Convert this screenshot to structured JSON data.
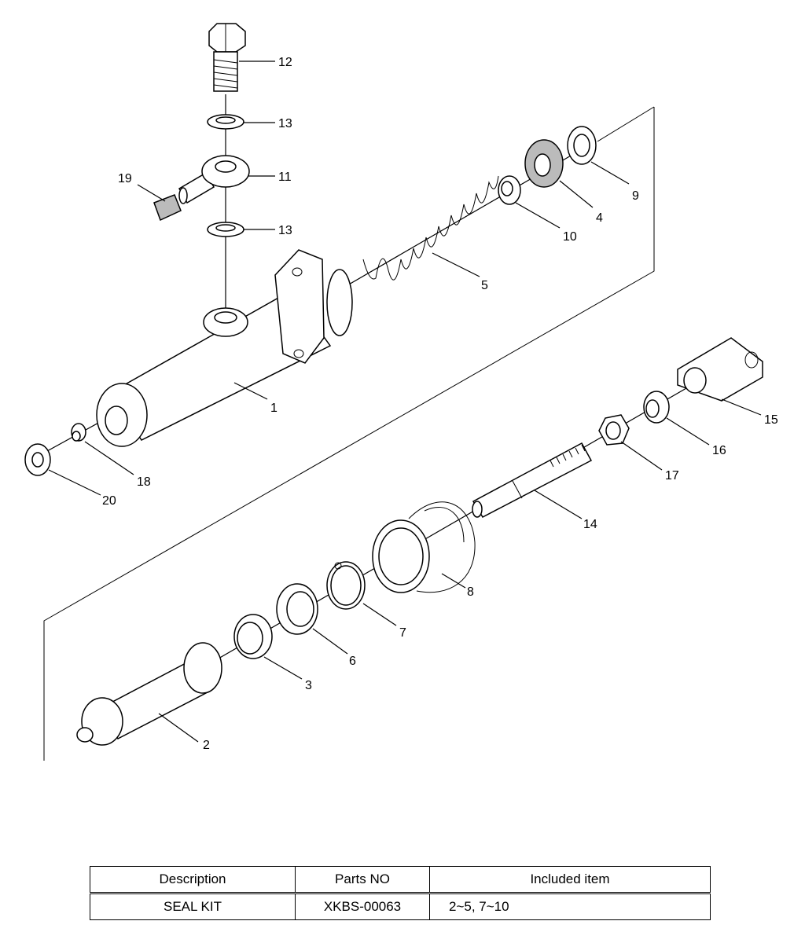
{
  "callouts": [
    {
      "id": "c12",
      "label": "12"
    },
    {
      "id": "c13a",
      "label": "13"
    },
    {
      "id": "c11",
      "label": "11"
    },
    {
      "id": "c19",
      "label": "19"
    },
    {
      "id": "c13b",
      "label": "13"
    },
    {
      "id": "c9",
      "label": "9"
    },
    {
      "id": "c4",
      "label": "4"
    },
    {
      "id": "c10",
      "label": "10"
    },
    {
      "id": "c5",
      "label": "5"
    },
    {
      "id": "c1",
      "label": "1"
    },
    {
      "id": "c15",
      "label": "15"
    },
    {
      "id": "c16",
      "label": "16"
    },
    {
      "id": "c17",
      "label": "17"
    },
    {
      "id": "c18",
      "label": "18"
    },
    {
      "id": "c20",
      "label": "20"
    },
    {
      "id": "c14",
      "label": "14"
    },
    {
      "id": "c8",
      "label": "8"
    },
    {
      "id": "c7",
      "label": "7"
    },
    {
      "id": "c6",
      "label": "6"
    },
    {
      "id": "c3",
      "label": "3"
    },
    {
      "id": "c2",
      "label": "2"
    }
  ],
  "table": {
    "headers": [
      "Description",
      "Parts NO",
      "Included item"
    ],
    "rows": [
      [
        "SEAL KIT",
        "XKBS-00063",
        "2~5, 7~10"
      ]
    ]
  }
}
